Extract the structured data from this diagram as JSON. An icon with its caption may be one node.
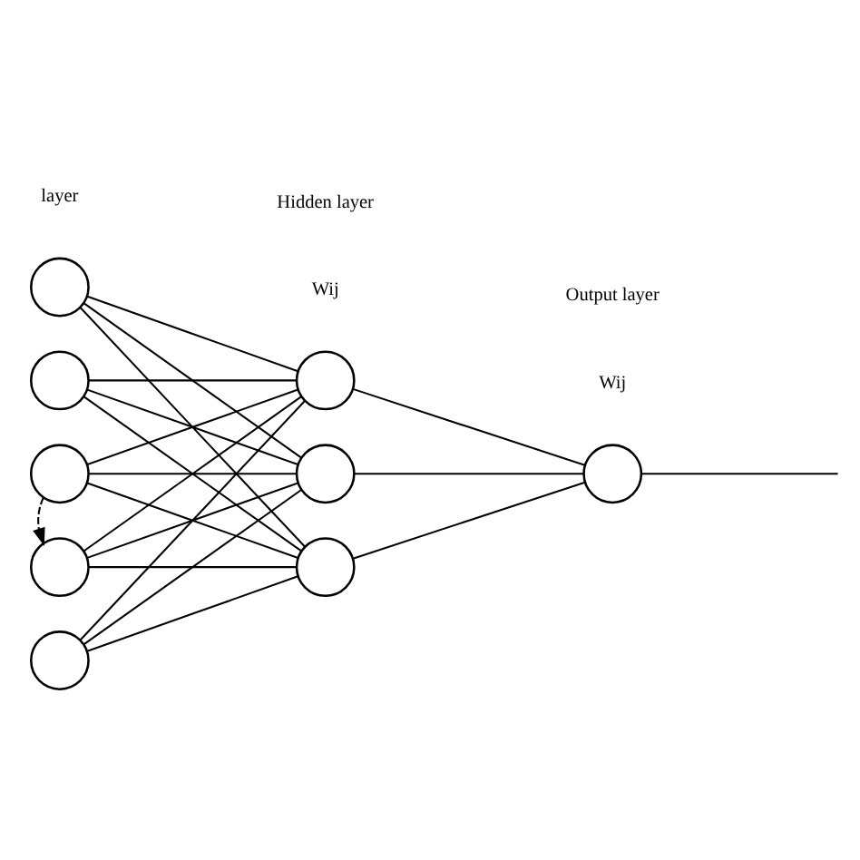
{
  "diagram": {
    "nodes": [
      {
        "text": [],
        "shape": "circle"
      },
      {
        "text": [],
        "shape": "circle"
      },
      {
        "text": [],
        "shape": "circle"
      },
      {
        "text": [],
        "shape": "circle"
      },
      {
        "text": [],
        "shape": "circle"
      },
      {
        "text": [],
        "shape": "circle"
      },
      {
        "text": [],
        "shape": "circle"
      },
      {
        "text": [],
        "shape": "circle"
      },
      {
        "text": [],
        "shape": "circle"
      }
    ],
    "edges": [
      {
        "from": 0,
        "to": 5,
        "arrow": "none"
      },
      {
        "from": 0,
        "to": 6,
        "arrow": "none"
      },
      {
        "from": 0,
        "to": 7,
        "arrow": "none"
      },
      {
        "from": 1,
        "to": 5,
        "arrow": "none"
      },
      {
        "from": 1,
        "to": 6,
        "arrow": "none"
      },
      {
        "from": 1,
        "to": 7,
        "arrow": "none"
      },
      {
        "from": 2,
        "to": 5,
        "arrow": "none"
      },
      {
        "from": 2,
        "to": 6,
        "arrow": "none"
      },
      {
        "from": 2,
        "to": 7,
        "arrow": "none"
      },
      {
        "from": 3,
        "to": 5,
        "arrow": "none"
      },
      {
        "from": 3,
        "to": 6,
        "arrow": "none"
      },
      {
        "from": 3,
        "to": 7,
        "arrow": "none"
      },
      {
        "from": 4,
        "to": 5,
        "arrow": "none"
      },
      {
        "from": 4,
        "to": 6,
        "arrow": "none"
      },
      {
        "from": 4,
        "to": 7,
        "arrow": "none"
      },
      {
        "from": 5,
        "to": 8,
        "arrow": "none"
      },
      {
        "from": 6,
        "to": 8,
        "arrow": "none"
      },
      {
        "from": 7,
        "to": 8,
        "arrow": "none"
      },
      {
        "from": 8,
        "to": null,
        "arrow": "none"
      },
      {
        "from": 2,
        "to": 3,
        "arrow": "to",
        "style": "dashed"
      }
    ],
    "labels": [
      "layer",
      "Hidden layer",
      "Output layer",
      "Wij",
      "Wij"
    ]
  }
}
